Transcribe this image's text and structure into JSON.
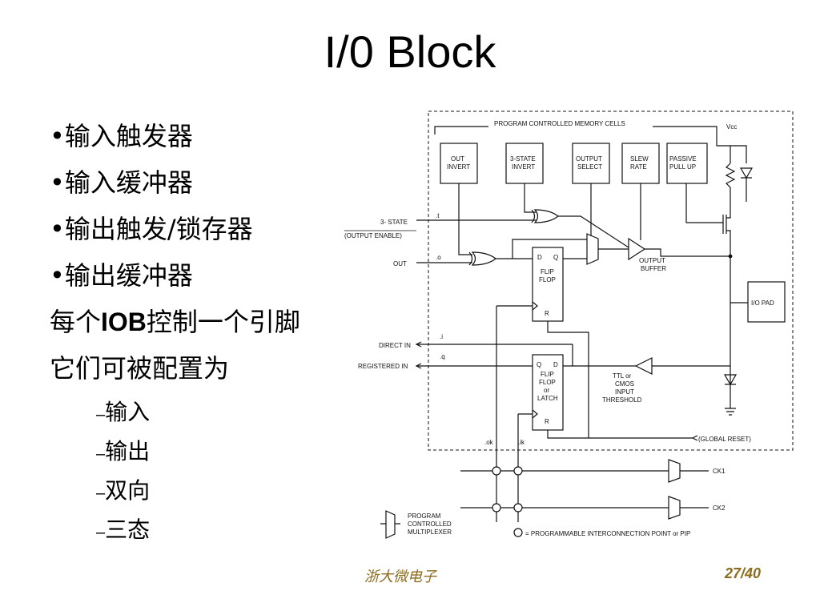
{
  "title": "I/0 Block",
  "bullets": [
    "•输入触发器",
    "•输入缓冲器",
    "•输出触发/锁存器",
    "•输出缓冲器"
  ],
  "line1": {
    "pre": "每个",
    "bold": "IOB",
    "post": "控制一个引脚"
  },
  "line2": "它们可被配置为",
  "subitems": [
    "输入",
    "输出",
    "双向",
    "三态"
  ],
  "dash": "–",
  "diagram": {
    "top_label": "PROGRAM CONTROLLED MEMORY CELLS",
    "vcc": "Vcc",
    "cells": [
      [
        "OUT",
        "INVERT"
      ],
      [
        "3-STATE",
        "INVERT"
      ],
      [
        "OUTPUT",
        "SELECT"
      ],
      [
        "SLEW",
        "RATE"
      ],
      [
        "PASSIVE",
        "PULL UP"
      ]
    ],
    "signals": {
      "three_state": "3- STATE",
      "output_enable": "(OUTPUT ENABLE)",
      "out": "OUT",
      "direct_in": "DIRECT IN",
      "registered_in": "REGISTERED IN",
      "t": ".t",
      "o": ".o",
      "i": ".i",
      "q": ".q",
      "ok": ".ok",
      "ik": ".ik"
    },
    "ff_top": [
      "D",
      "Q",
      "FLIP",
      "FLOP",
      "R"
    ],
    "ff_bottom": [
      "Q",
      "D",
      "FLIP",
      "FLOP",
      "or",
      "LATCH",
      "R"
    ],
    "output_buffer": [
      "OUTPUT",
      "BUFFER"
    ],
    "ttl": [
      "TTL or",
      "CMOS",
      "INPUT",
      "THRESHOLD"
    ],
    "io_pad": "I/O PAD",
    "global_reset": "(GLOBAL RESET)",
    "ck1": "CK1",
    "ck2": "CK2",
    "pcm": [
      "PROGRAM",
      "CONTROLLED",
      "MULTIPLEXER"
    ],
    "pip": "= PROGRAMMABLE INTERCONNECTION POINT or PIP"
  },
  "footer": {
    "org": "浙大微电子",
    "page": "27/40"
  },
  "colors": {
    "footer": "#8c6d1f"
  }
}
